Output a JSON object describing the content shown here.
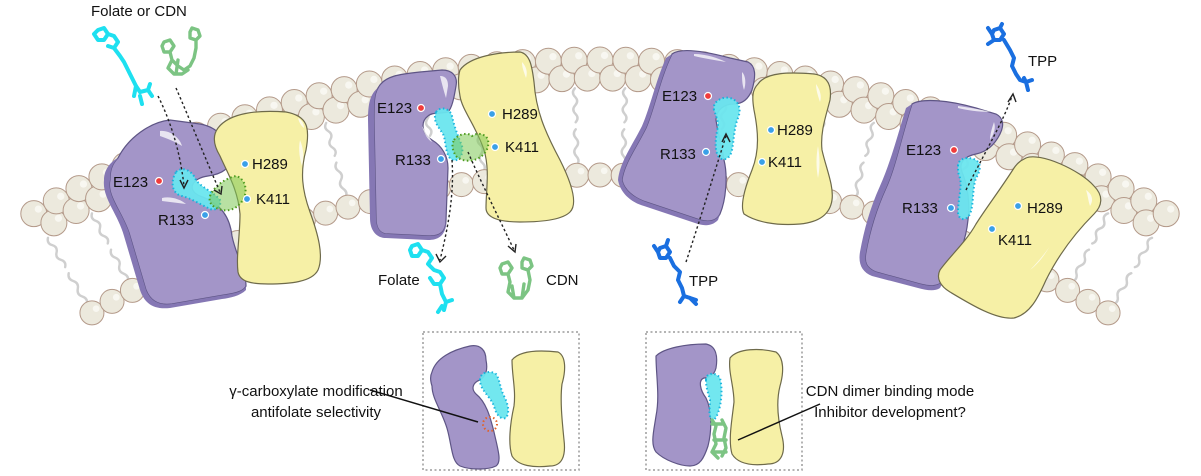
{
  "figure": {
    "ligand_labels": {
      "top_left": "Folate or CDN",
      "folate_release": "Folate",
      "cdn_release": "CDN",
      "tpp_bottom": "TPP",
      "tpp_top": "TPP"
    },
    "residues": [
      "E123",
      "R133",
      "H289",
      "K411"
    ],
    "panels": [
      {
        "id": "state-1",
        "description": "Folate or CDN entering binding pocket",
        "residues": {
          "e123": "E123",
          "r133": "R133",
          "h289": "H289",
          "k411": "K411"
        }
      },
      {
        "id": "state-2",
        "description": "Folate and CDN bound, released downward",
        "residues": {
          "e123": "E123",
          "r133": "R133",
          "h289": "H289",
          "k411": "K411"
        }
      },
      {
        "id": "state-3",
        "description": "TPP entering from below",
        "residues": {
          "e123": "E123",
          "r133": "R133",
          "h289": "H289",
          "k411": "K411"
        }
      },
      {
        "id": "state-4",
        "description": "TPP exiting upward",
        "residues": {
          "e123": "E123",
          "r133": "R133",
          "h289": "H289",
          "k411": "K411"
        }
      }
    ],
    "insets": [
      {
        "id": "inset-antifolate",
        "note_line1": "γ-carboxylate modification",
        "note_line2": "antifolate selectivity"
      },
      {
        "id": "inset-cdn-dimer",
        "note_line1": "CDN dimer binding mode",
        "note_line2": "Inhibitor development?"
      }
    ],
    "colors": {
      "transporter_domain_a": "#a395c8",
      "transporter_domain_b": "#f6f0a6",
      "lipid_head": "#ece9dd",
      "folate_pocket": "#6be6ef",
      "cdn_pocket": "#7dc956",
      "folate_molecule": "#1ee0f0",
      "cdn_molecule": "#7cc483",
      "tpp_molecule": "#1a6fe0",
      "acidic_residue": "#f03c3c",
      "basic_residue": "#3aa0e8",
      "modification_site": "#e0622c"
    }
  }
}
